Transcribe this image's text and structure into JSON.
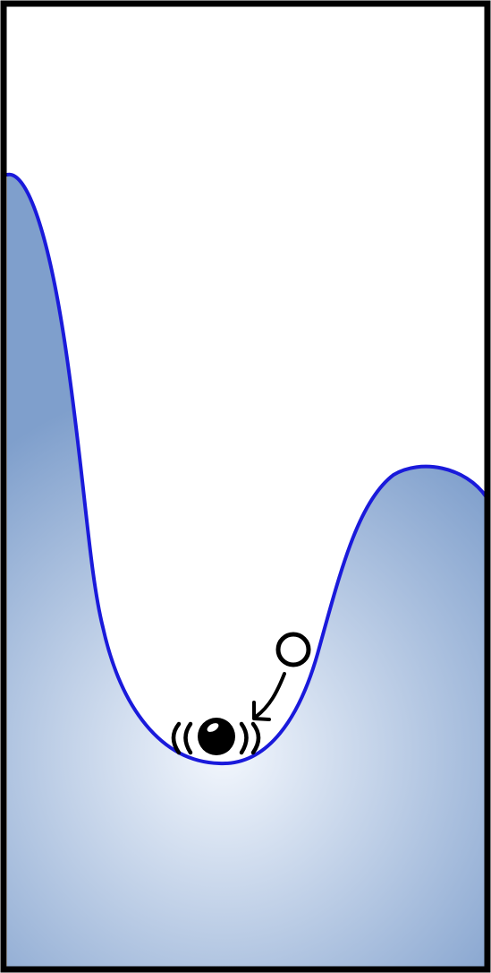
{
  "colors": {
    "frame": "#000000",
    "background": "#ffffff",
    "curve": "#1a1adb",
    "fill_edge": "#7f9fcc",
    "fill_center": "#f3f7fd",
    "ball": "#000000",
    "ball_highlight": "#ffffff",
    "ghost_ball_fill": "#ffffff",
    "arrow": "#000000",
    "vibration_marks": "#000000"
  },
  "elements": {
    "landscape": "potential-well",
    "resting_ball": "ball-at-minimum",
    "falling_ball": "hollow-ball",
    "motion": "arrow-toward-minimum",
    "vibration": "paired-arcs-around-ball"
  }
}
